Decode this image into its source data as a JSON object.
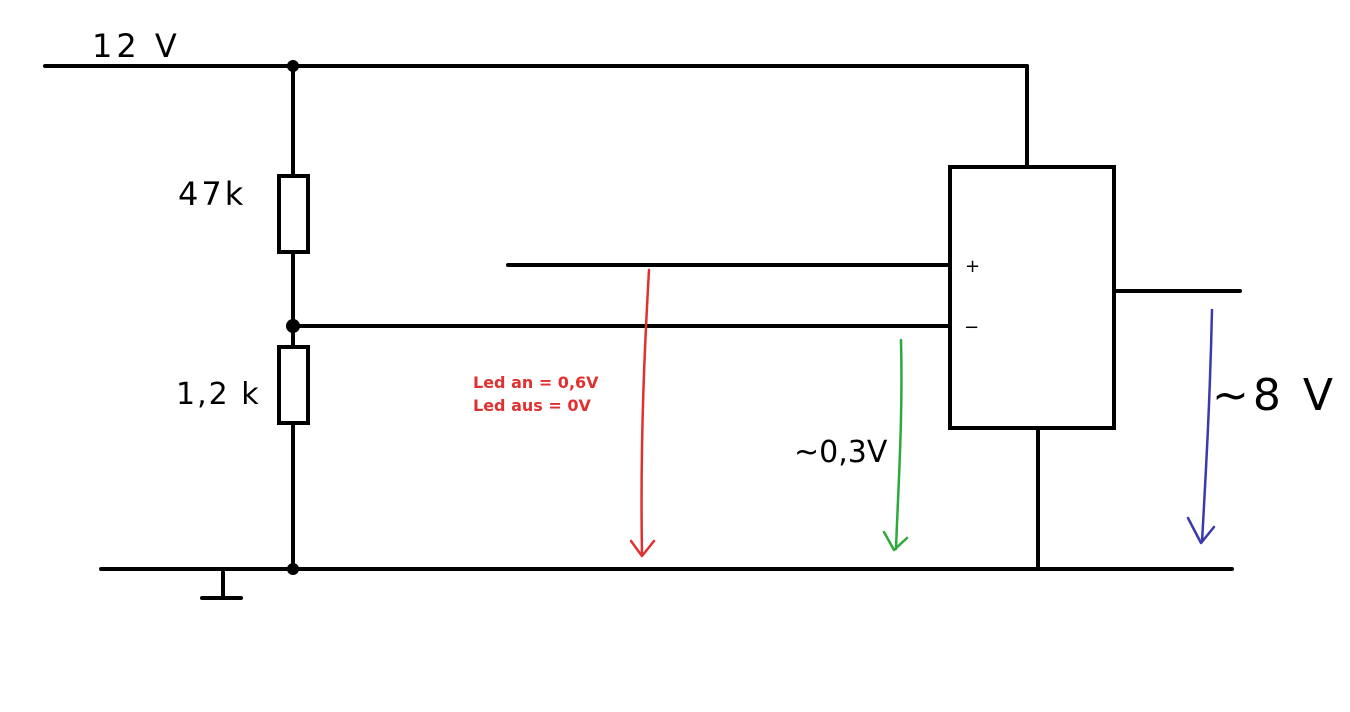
{
  "labels": {
    "supply": "12 V",
    "r_top": "47k",
    "r_bottom": "1,2 k",
    "opamp_plus": "+",
    "opamp_minus": "−",
    "led_on": "Led an = 0,6V",
    "led_off": "Led aus = 0V",
    "minus_voltage": "~0,3V",
    "out_voltage": "~8 V"
  },
  "colors": {
    "led_arrow": "#e03030",
    "minus_arrow": "#2eaa3c",
    "out_arrow": "#3a3ab0"
  }
}
